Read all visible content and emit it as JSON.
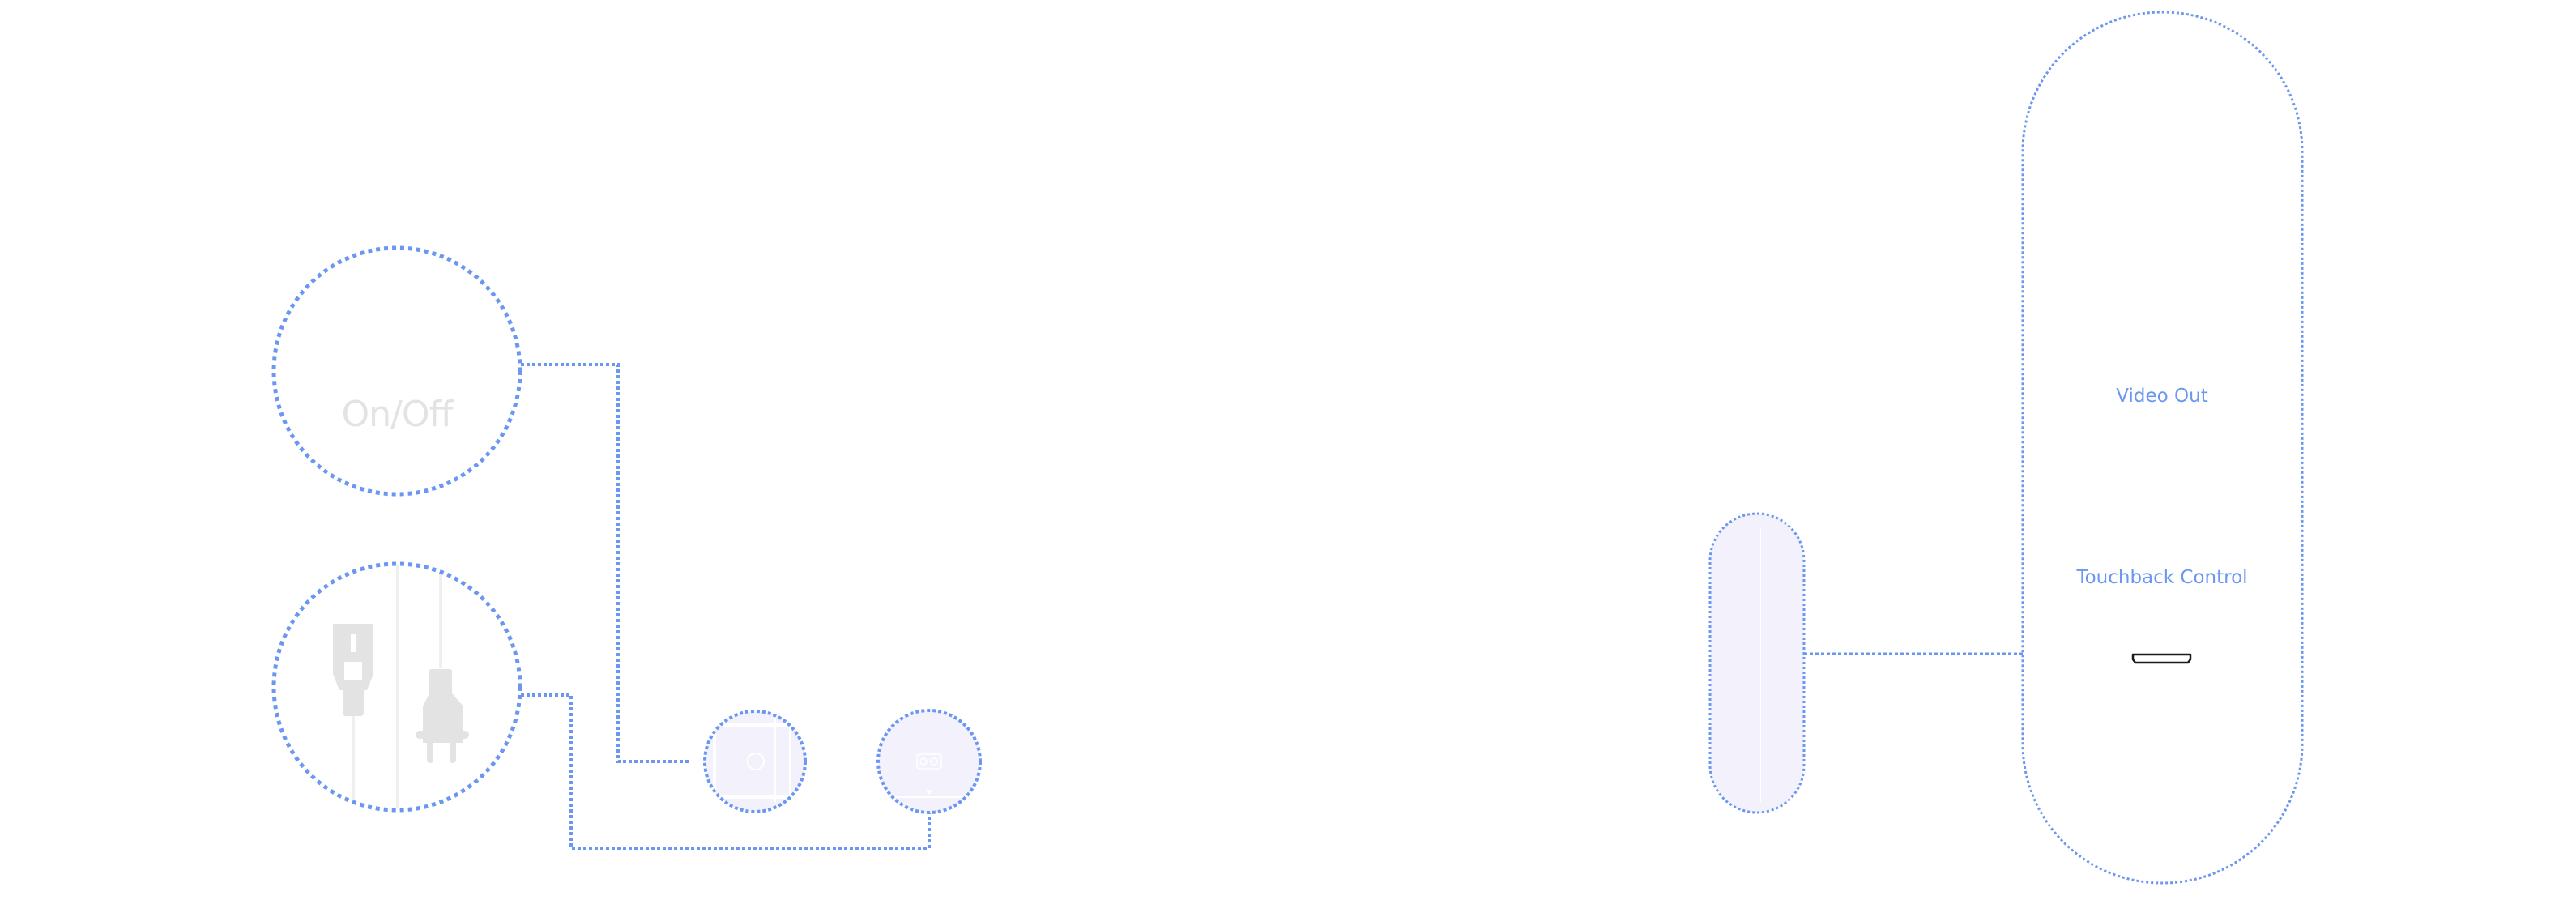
{
  "diagram": {
    "labels": {
      "power_switch": "On/Off",
      "video_out": "Video Out",
      "touchback_control": "Touchback Control"
    },
    "icons": {
      "power_plugs": "power-plugs-icon",
      "power_button": "power-button-icon",
      "usb_port": "usb-port-icon",
      "hdmi_port": "hdmi-port-icon"
    },
    "colors": {
      "dotted_outline": "#6b97f0",
      "pill_fill": "#f3f2fc",
      "plug_gray": "#e3e3e3",
      "port_stroke": "#1a1a1a",
      "label_blue": "#6b97f0",
      "label_gray": "#e3e3e3"
    }
  }
}
